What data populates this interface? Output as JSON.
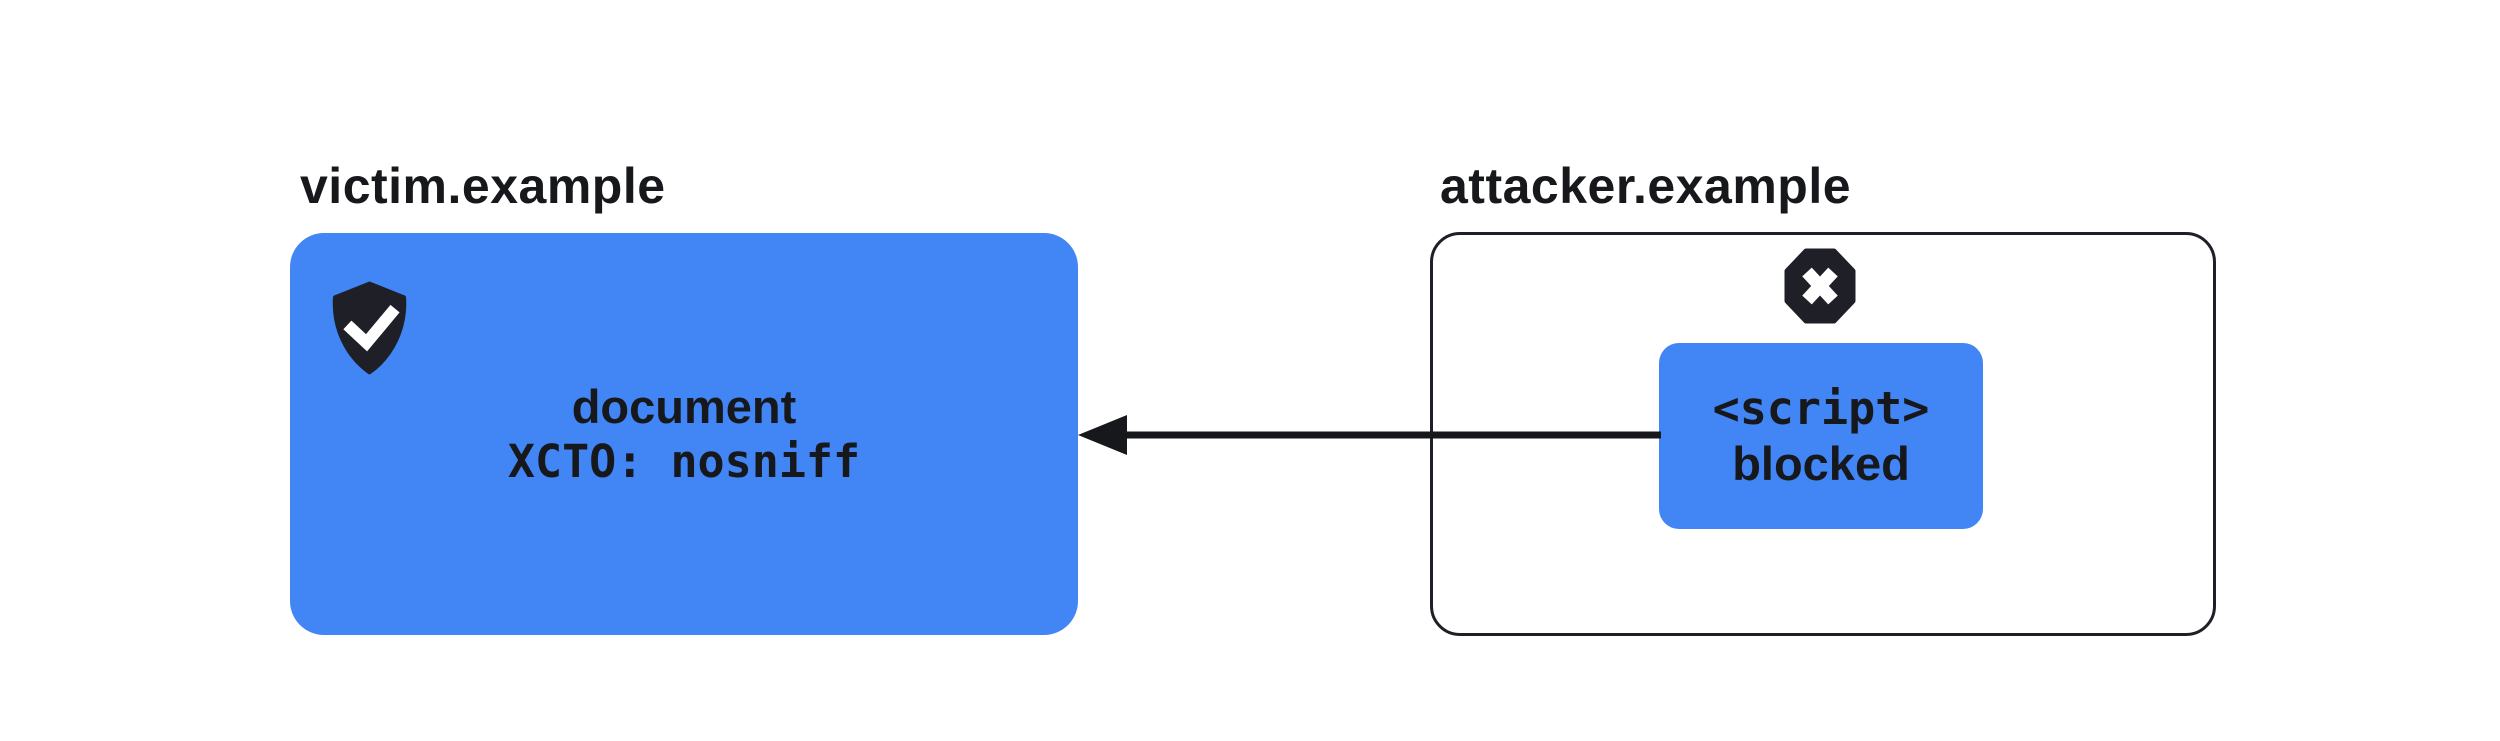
{
  "colors": {
    "accent_blue": "#4285F4",
    "dark": "#1f2027",
    "text_dark": "#17181c",
    "background": "#ffffff",
    "icon_check_x": "#ffffff"
  },
  "victim": {
    "label": "victim.example",
    "box_line1": "document",
    "box_line2": "XCTO: nosniff",
    "icon": "shield-check-icon"
  },
  "attacker": {
    "label": "attacker.example",
    "icon": "blocked-x-octagon-icon",
    "script_line1": "<script>",
    "script_line2": "blocked"
  },
  "arrow": {
    "description": "response from attacker.example script blocked before reaching victim.example document",
    "direction": "right-to-left"
  }
}
